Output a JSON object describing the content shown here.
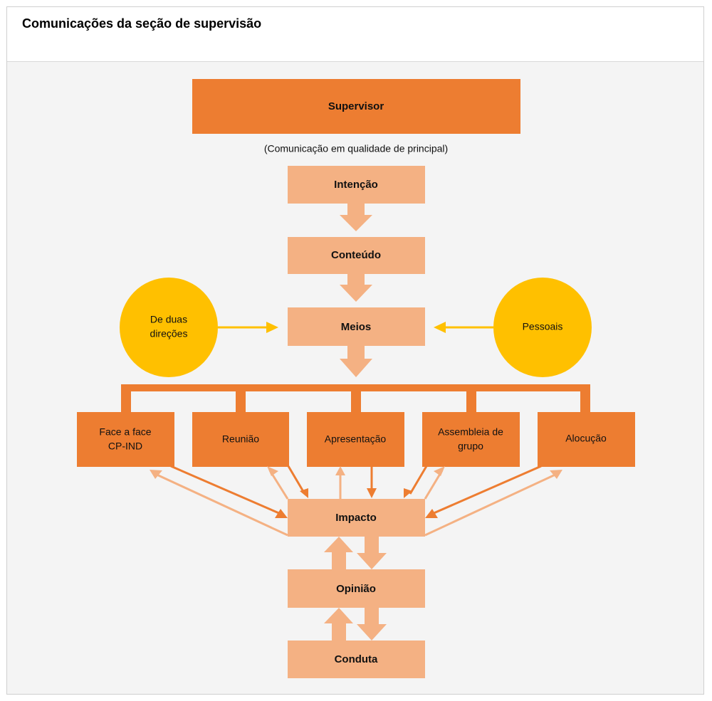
{
  "title": "Comunicações da seção de supervisão",
  "colors": {
    "dark_orange": "#ed7d31",
    "light_orange": "#f4b183",
    "yellow": "#ffc000",
    "background": "#f4f4f4"
  },
  "nodes": {
    "supervisor": "Supervisor",
    "subtitle": "(Comunicação em qualidade de principal)",
    "intencao": "Intenção",
    "conteudo": "Conteúdo",
    "meios": "Meios",
    "left_circle_line1": "De duas",
    "left_circle_line2": "direções",
    "right_circle": "Pessoais",
    "impacto": "Impacto",
    "opiniao": "Opinião",
    "conduta": "Conduta"
  },
  "channels": [
    {
      "line1": "Face a face",
      "line2": "CP-IND"
    },
    {
      "line1": "Reunião",
      "line2": ""
    },
    {
      "line1": "Apresentação",
      "line2": ""
    },
    {
      "line1": "Assembleia de",
      "line2": "grupo"
    },
    {
      "line1": "Alocução",
      "line2": ""
    }
  ]
}
